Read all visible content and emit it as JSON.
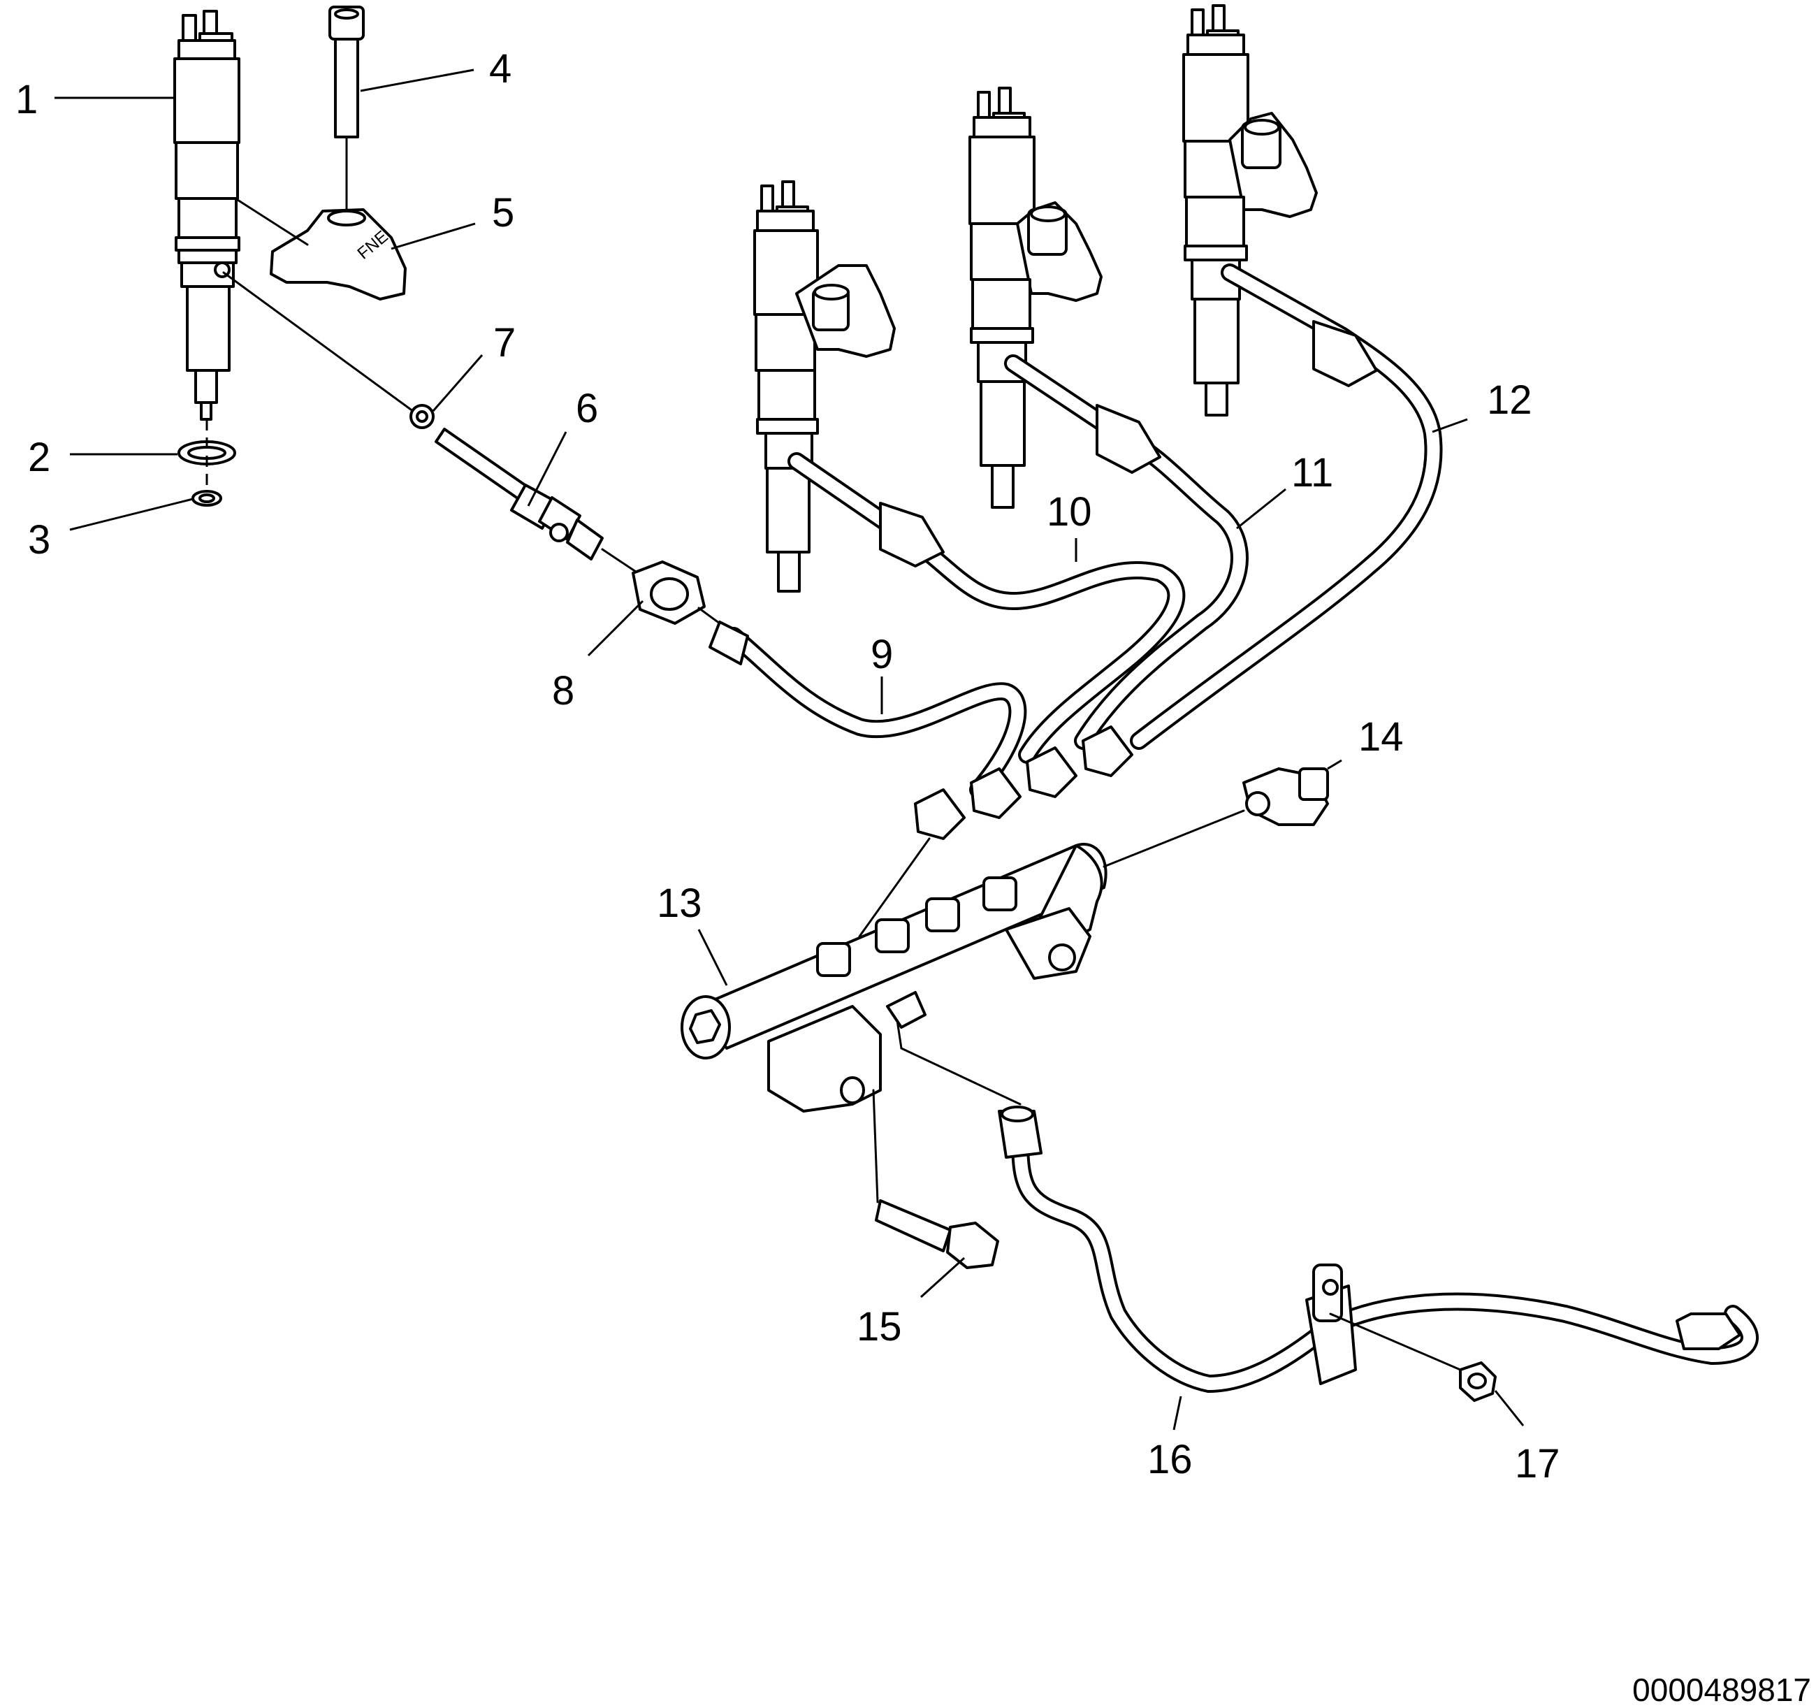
{
  "diagram": {
    "callouts": [
      {
        "id": "c1",
        "label": "1"
      },
      {
        "id": "c2",
        "label": "2"
      },
      {
        "id": "c3",
        "label": "3"
      },
      {
        "id": "c4",
        "label": "4"
      },
      {
        "id": "c5",
        "label": "5"
      },
      {
        "id": "c6",
        "label": "6"
      },
      {
        "id": "c7",
        "label": "7"
      },
      {
        "id": "c8",
        "label": "8"
      },
      {
        "id": "c9",
        "label": "9"
      },
      {
        "id": "c10",
        "label": "10"
      },
      {
        "id": "c11",
        "label": "11"
      },
      {
        "id": "c12",
        "label": "12"
      },
      {
        "id": "c13",
        "label": "13"
      },
      {
        "id": "c14",
        "label": "14"
      },
      {
        "id": "c15",
        "label": "15"
      },
      {
        "id": "c16",
        "label": "16"
      },
      {
        "id": "c17",
        "label": "17"
      }
    ],
    "document_id": "0000489817"
  }
}
